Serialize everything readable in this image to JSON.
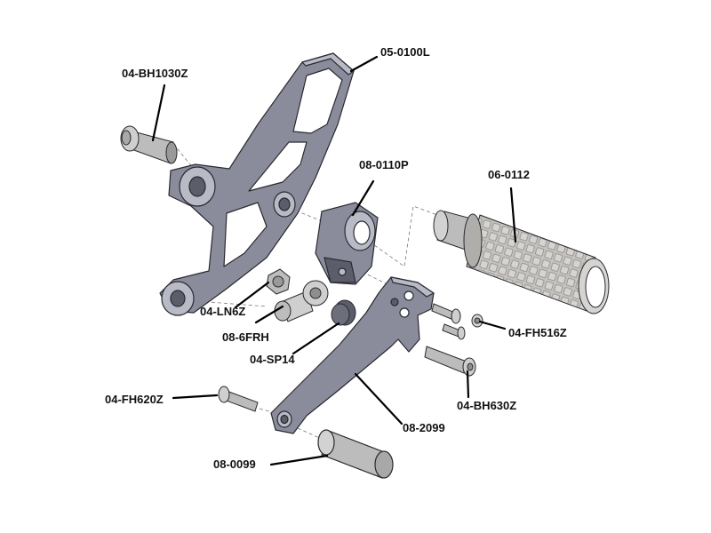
{
  "colors": {
    "part_fill": "#8a8c9c",
    "part_light": "#b8bac6",
    "part_dark": "#5b5d6b",
    "outline": "#2a2a30",
    "leader": "#000000",
    "dash": "#777777",
    "grip_fill": "#c4c2bf",
    "grip_dark": "#8e8b87",
    "silver": "#bdbcbc"
  },
  "labels": {
    "bolt_heel_guard": "04-BH1030Z",
    "heel_plate": "05-0100L",
    "pivot_mount": "08-0110P",
    "footpeg": "06-0112",
    "nut": "04-LN6Z",
    "rod_end": "08-6FRH",
    "spacer_small": "04-SP14",
    "flat_bolts": "04-FH516Z",
    "button_bolt_630": "04-BH630Z",
    "flat_bolt_620": "04-FH620Z",
    "shift_lever": "08-2099",
    "spacer_tube": "08-0099"
  }
}
